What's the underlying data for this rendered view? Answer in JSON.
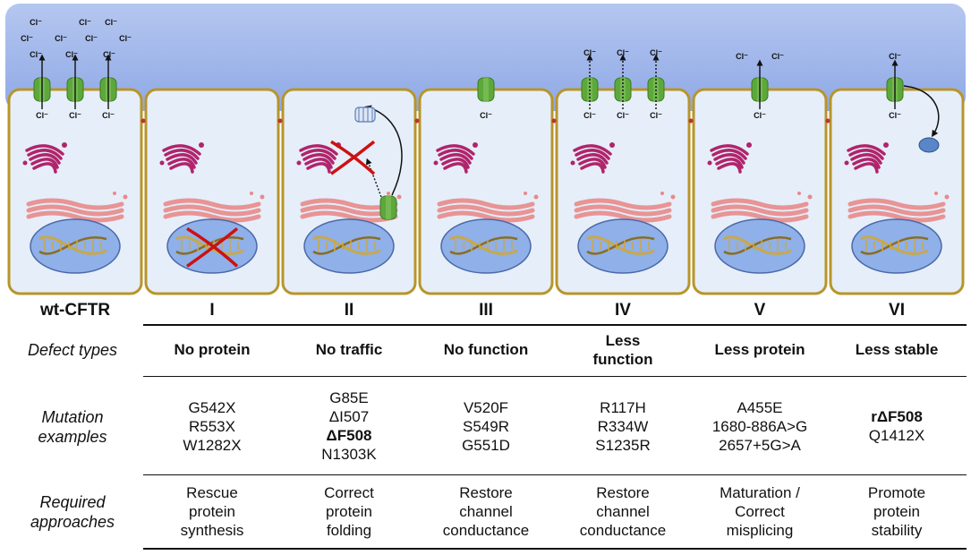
{
  "ion_label": "Cl⁻",
  "headers": [
    "wt-CFTR",
    "I",
    "II",
    "III",
    "IV",
    "V",
    "VI"
  ],
  "row_labels": {
    "defect": "Defect types",
    "mutation": [
      "Mutation",
      "examples"
    ],
    "approach": [
      "Required",
      "approaches"
    ]
  },
  "columns": [
    {
      "defect": [
        "No protein"
      ],
      "mutations": [
        "G542X",
        "R553X",
        "W1282X"
      ],
      "approach": [
        "Rescue",
        "protein",
        "synthesis"
      ]
    },
    {
      "defect": [
        "No traffic"
      ],
      "mutations": [
        "G85E",
        "ΔI507",
        "ΔF508",
        "N1303K"
      ],
      "approach": [
        "Correct",
        "protein",
        "folding"
      ]
    },
    {
      "defect": [
        "No function"
      ],
      "mutations": [
        "V520F",
        "S549R",
        "G551D"
      ],
      "approach": [
        "Restore",
        "channel",
        "conductance"
      ]
    },
    {
      "defect": [
        "Less",
        "function"
      ],
      "mutations": [
        "R117H",
        "R334W",
        "S1235R"
      ],
      "approach": [
        "Restore",
        "channel",
        "conductance"
      ]
    },
    {
      "defect": [
        "Less protein"
      ],
      "mutations": [
        "A455E",
        "1680-886A>G",
        "2657+5G>A"
      ],
      "approach": [
        "Maturation /",
        "Correct",
        "misplicing"
      ]
    },
    {
      "defect": [
        "Less stable"
      ],
      "mutations": [
        "rΔF508",
        "Q1412X"
      ],
      "approach": [
        "Promote",
        "protein",
        "stability"
      ]
    }
  ],
  "bold_mutations": [
    "ΔF508",
    "rΔF508"
  ],
  "colors": {
    "lumen": "#9db4ea",
    "cell_fill": "#e6eef9",
    "cell_border": "#b8952a",
    "channel": "#5da83a",
    "golgi": "#b0246b",
    "er": "#e88a8a",
    "nucleus": "#8fb0e8",
    "dna": "#c9a84a",
    "cross": "#cc1111"
  }
}
